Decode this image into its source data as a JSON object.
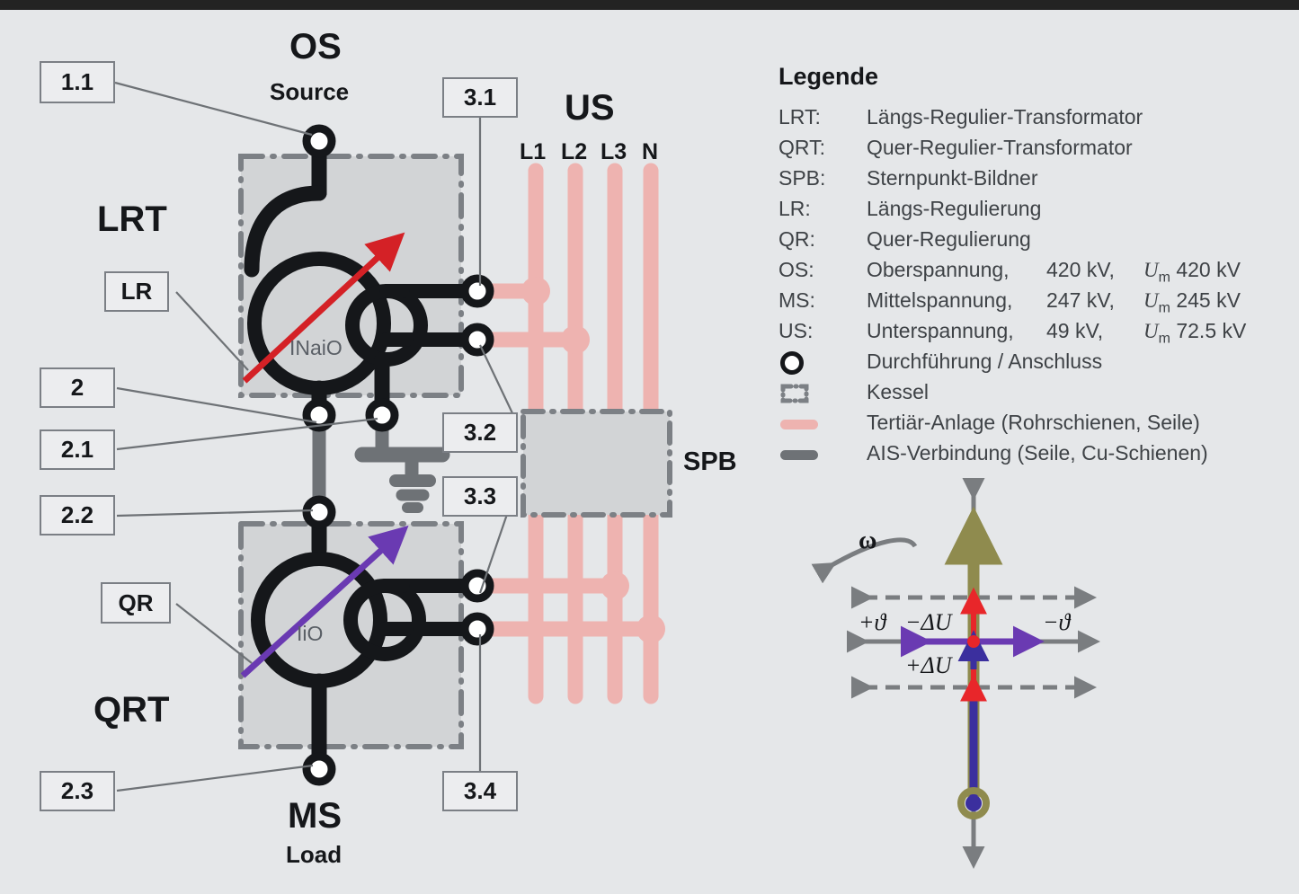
{
  "colors": {
    "background": "#e5e7e9",
    "topbar": "#232323",
    "tank_fill": "#d2d4d6",
    "tank_dash": "#7c8085",
    "black": "#15171a",
    "ais_gray": "#6e7276",
    "tertiary_pink": "#eeb3b0",
    "lr_arrow_red": "#d42126",
    "qr_arrow_purple": "#6a3ab2",
    "callout_border": "#7b7f85",
    "callout_fill": "#ecedef",
    "phasor_axis": "#7a7d80",
    "phasor_olive": "#8f8b4e",
    "phasor_blue": "#3b2f9e",
    "phasor_red": "#e8262a",
    "phasor_purple": "#6a3ab2"
  },
  "diagram": {
    "source": {
      "name": "OS",
      "role": "Source"
    },
    "load": {
      "name": "MS",
      "role": "Load"
    },
    "us_bus": {
      "name": "US",
      "phases": [
        "L1",
        "L2",
        "L3",
        "N"
      ]
    },
    "spb_label": "SPB",
    "lrt": {
      "title": "LRT",
      "tap_label": "LR",
      "vector_group": "INaiO"
    },
    "qrt": {
      "title": "QRT",
      "tap_label": "QR",
      "vector_group": "IiO"
    },
    "callouts": [
      {
        "id": "1.1"
      },
      {
        "id": "3.1"
      },
      {
        "id": "2"
      },
      {
        "id": "2.1"
      },
      {
        "id": "2.2"
      },
      {
        "id": "3.2"
      },
      {
        "id": "3.3"
      },
      {
        "id": "2.3"
      },
      {
        "id": "3.4"
      }
    ]
  },
  "legend": {
    "title": "Legende",
    "rows": [
      {
        "key": "LRT:",
        "desc": "Längs-Regulier-Transformator"
      },
      {
        "key": "QRT:",
        "desc": "Quer-Regulier-Transformator"
      },
      {
        "key": "SPB:",
        "desc": "Sternpunkt-Bildner"
      },
      {
        "key": "LR:",
        "desc": "Längs-Regulierung"
      },
      {
        "key": "QR:",
        "desc": "Quer-Regulierung"
      }
    ],
    "voltage_rows": [
      {
        "key": "OS:",
        "name": "Oberspannung,",
        "value": "420 kV,",
        "um": "420 kV"
      },
      {
        "key": "MS:",
        "name": "Mittelspannung,",
        "value": "247 kV,",
        "um": "245 kV"
      },
      {
        "key": "US:",
        "name": "Unterspannung,",
        "value": "49 kV,",
        "um": "72.5 kV"
      }
    ],
    "um_prefix": "U",
    "um_sub": "m",
    "symbol_rows": [
      {
        "symbol": "bushing-icon",
        "desc": "Durchführung / Anschluss"
      },
      {
        "symbol": "kessel-icon",
        "desc": "Kessel"
      },
      {
        "symbol": "tertiary-bar-icon",
        "desc": "Tertiär-Anlage (Rohrschienen, Seile)"
      },
      {
        "symbol": "ais-bar-icon",
        "desc": "AIS-Verbindung (Seile, Cu-Schienen)"
      }
    ]
  },
  "phasor": {
    "omega": "ω",
    "plus_theta": "+ϑ",
    "minus_theta": "−ϑ",
    "minus_deltaU": "−ΔU",
    "plus_deltaU": "+ΔU"
  }
}
